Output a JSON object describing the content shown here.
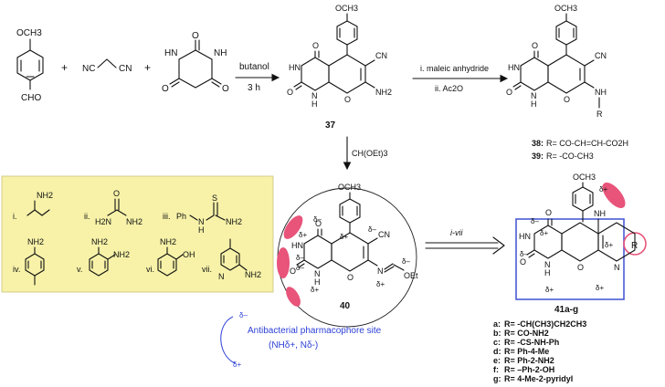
{
  "colors": {
    "reagent_box": "#f7f2a8",
    "reagent_box_border": "#c9c27a",
    "product_box": "#4a5bd6",
    "pink": "#e8547a",
    "blue_text": "#2b3fd6"
  },
  "start": {
    "aldehyde_sub": "OCH3",
    "aldehyde_cho": "CHO",
    "malononitrile_l": "NC",
    "malononitrile_r": "CN",
    "barbituric_hn": "HN",
    "barbituric_nh": "NH",
    "barbituric_o1": "O",
    "barbituric_o2": "O",
    "barbituric_o3": "O",
    "plus1": "+",
    "plus2": "+"
  },
  "step1": {
    "solvent": "butanol",
    "time": "3 h"
  },
  "cmpd37": {
    "sub": "OCH3",
    "o1": "O",
    "o2": "O",
    "hn": "HN",
    "n": "N",
    "h": "H",
    "o_ring": "O",
    "cn": "CN",
    "nh2": "NH2",
    "label": "37"
  },
  "step2": {
    "reagent1": "i. maleic anhydride",
    "reagent2": "ii. Ac2O"
  },
  "cmpd38": {
    "sub": "OCH3",
    "o1": "O",
    "o2": "O",
    "hn": "HN",
    "n": "N",
    "h": "H",
    "o_ring": "O",
    "cn": "CN",
    "nh": "NH",
    "r": "R"
  },
  "labels38_39": {
    "l38": "38:",
    "r38": "R= CO-CH=CH-CO2H",
    "l39": "39:",
    "r39": "R= -CO-CH3"
  },
  "step3": {
    "reagent": "CH(OEt)3"
  },
  "reagents": [
    {
      "num": "i.",
      "formula": "NH2"
    },
    {
      "num": "ii.",
      "formula": "H2N–C(=O)–NH2",
      "o": "O",
      "l": "H2N",
      "r": "NH2"
    },
    {
      "num": "iii.",
      "ph": "Ph",
      "n": "N",
      "h": "H",
      "s": "S",
      "nh2": "NH2"
    },
    {
      "num": "iv.",
      "nh2": "NH2"
    },
    {
      "num": "v.",
      "nh2a": "NH2",
      "nh2b": "NH2"
    },
    {
      "num": "vi.",
      "nh2": "NH2",
      "oh": "OH"
    },
    {
      "num": "vii.",
      "n": "N",
      "nh2": "NH2"
    }
  ],
  "cmpd40": {
    "sub": "OCH3",
    "label": "40",
    "cn": "CN",
    "o1": "O",
    "o2": "O",
    "hn": "HN",
    "n": "N",
    "h": "H",
    "o_ring": "O",
    "n_imine": "N",
    "oet": "OEt",
    "dm": "δ–",
    "dp": "δ+"
  },
  "step4": {
    "reagent": "i-vii"
  },
  "cmpd41": {
    "sub": "OCH3",
    "label": "41a-g",
    "nh": "NH",
    "o1": "O",
    "o2": "O",
    "hn": "HN",
    "n": "N",
    "h": "H",
    "o_ring": "O",
    "n2": "N",
    "r": "R",
    "dm": "δ–",
    "dp": "δ+"
  },
  "r_groups": [
    {
      "k": "a:",
      "v": "R= -CH(CH3)CH2CH3"
    },
    {
      "k": "b:",
      "v": "R= CO-NH2"
    },
    {
      "k": "c:",
      "v": "R= -CS-NH-Ph"
    },
    {
      "k": "d:",
      "v": "R= Ph-4-Me"
    },
    {
      "k": "e:",
      "v": "R= Ph-2-NH2"
    },
    {
      "k": "f:",
      "v": "R= –Ph-2-OH"
    },
    {
      "k": "g:",
      "v": "R= 4-Me-2-pyridyl"
    }
  ],
  "legend": {
    "dm": "δ–",
    "dp": "δ+",
    "title": "Antibacterial pharmacophore site",
    "formula": "(NHδ+, Nδ-)"
  }
}
